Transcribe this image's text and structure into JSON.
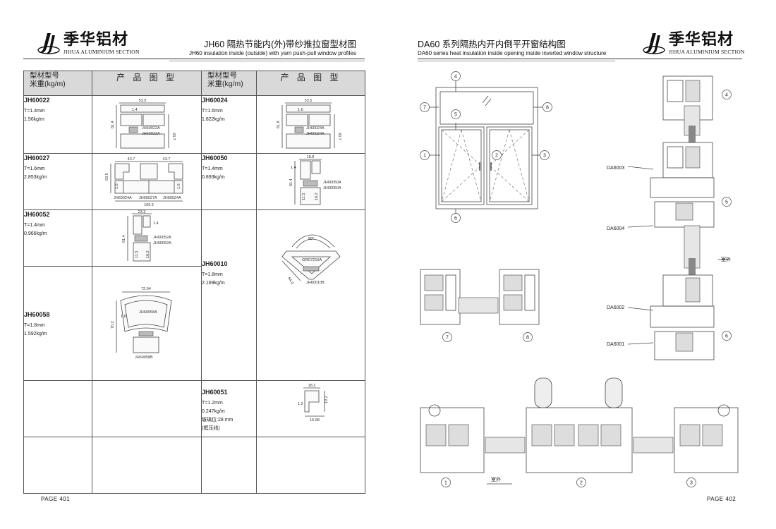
{
  "brand": {
    "name_cn": "季华铝材",
    "name_en": "JIHUA ALUMINIUM SECTION"
  },
  "left_page": {
    "title_cn": "JH60 隔热节能内(外)带纱推拉窗型材图",
    "title_en": "JH60 insulation inside (outside) with yarn push-pull window profiles",
    "table_headers": {
      "model": "型材型号",
      "weight": "米重(kg/m)",
      "drawing": "产 品 图 型"
    },
    "profiles_left": [
      {
        "code": "JH60022",
        "t": "T=1.4mm",
        "w": "1.56kg/m",
        "dims": [
          "53.5",
          "1.4",
          "61.4",
          "43.7"
        ],
        "parts": [
          "JH60022A",
          "JH60022A"
        ]
      },
      {
        "code": "JH60027",
        "t": "T=1.6mm",
        "w": "2.853kg/m",
        "dims": [
          "43.7",
          "43.7",
          "53.5",
          "105.5",
          "1.6",
          "1.6"
        ],
        "parts": [
          "JH60024A",
          "JH60027A",
          "JH60024A"
        ]
      },
      {
        "code": "JH60052",
        "t": "T=1.4mm",
        "w": "0.966kg/m",
        "dims": [
          "23.3",
          "1.4",
          "61.4",
          "11.5",
          "16.2"
        ],
        "parts": [
          "JH60052A",
          "JH60052A"
        ]
      },
      {
        "code": "JH60058",
        "t": "T=1.8mm",
        "w": "1.592kg/m",
        "dims": [
          "72.94",
          "70.2",
          "1.8"
        ],
        "parts": [
          "JH60058A",
          "JH60058B"
        ]
      }
    ],
    "profiles_right": [
      {
        "code": "JH60024",
        "t": "T=1.6mm",
        "w": "1.822kg/m",
        "dims": [
          "53.5",
          "1.6",
          "61.8",
          "43.7"
        ],
        "parts": [
          "JH60024A",
          "JH60024A"
        ]
      },
      {
        "code": "JH60050",
        "t": "T=1.4mm",
        "w": "0.893kg/m",
        "dims": [
          "18.8",
          "1.4",
          "61.4",
          "11.5",
          "16.2"
        ],
        "parts": [
          "JH60050A",
          "JH60050A"
        ]
      },
      {
        "code": "JH60010",
        "t": "T=1.8mm",
        "w": "2.169kg/m",
        "dims": [
          "90°",
          "64.9"
        ],
        "parts": [
          "GRD7210A",
          "JH60010B"
        ]
      },
      {
        "code": "JH60051",
        "t": "T=1.2mm",
        "w": "0.247kg/m",
        "extra": [
          "玻璃位:28 mm",
          "(框压线)"
        ],
        "dims": [
          "18.2",
          "1.2",
          "19.2",
          "15.98"
        ],
        "parts": []
      }
    ],
    "page_no": "PAGE  401"
  },
  "right_page": {
    "title_cn": "DA60 系列隔热内开内倒平开窗结构图",
    "title_en": "DA60 series heat insulation inside opening inside inverted window structure",
    "elevation_marks": [
      "1",
      "2",
      "3",
      "4",
      "5",
      "6",
      "7",
      "8"
    ],
    "section_labels": [
      "DA6003",
      "DA6004",
      "DA6002",
      "DA6001"
    ],
    "outdoor_label": "室外",
    "page_no": "PAGE  402"
  }
}
